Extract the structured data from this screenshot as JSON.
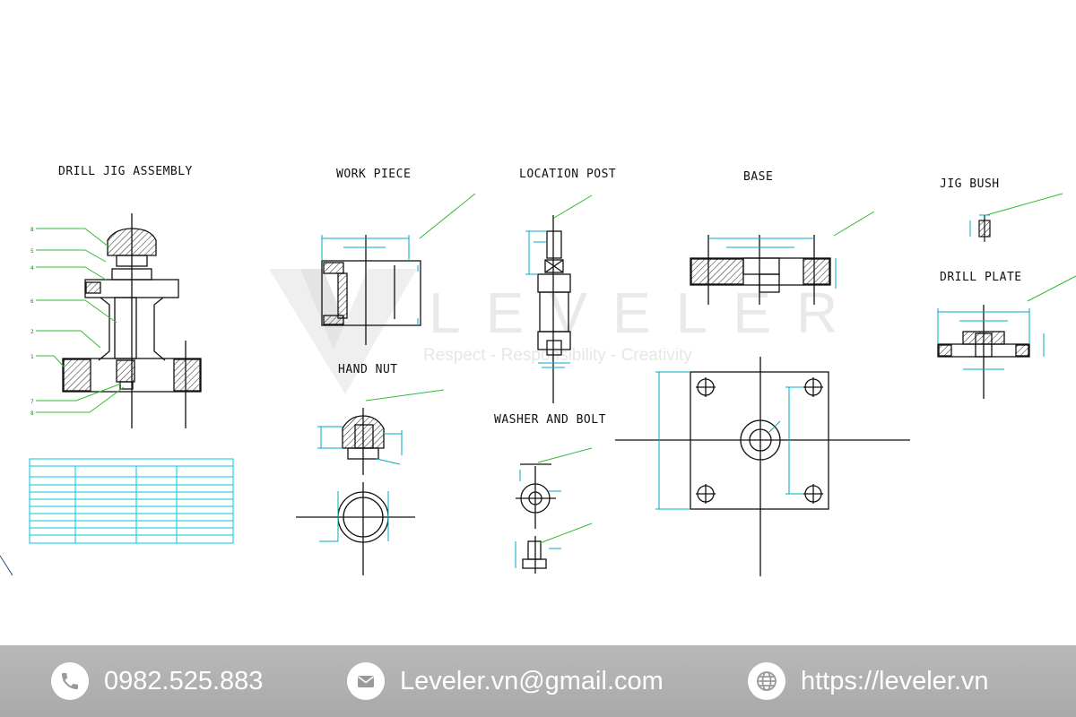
{
  "titles": {
    "assembly": "DRILL JIG ASSEMBLY",
    "work_piece": "WORK PIECE",
    "location_post": "LOCATION POST",
    "base": "BASE",
    "jig_bush": "JIG BUSH",
    "drill_plate": "DRILL PLATE",
    "hand_nut": "HAND NUT",
    "washer_bolt": "WASHER AND BOLT"
  },
  "watermark": {
    "brand": "LEVELER",
    "tagline": "Respect - Responsibility - Creativity"
  },
  "footer": {
    "phone": "0982.525.883",
    "email": "Leveler.vn@gmail.com",
    "website": "https://leveler.vn",
    "phone_icon": "phone-icon",
    "email_icon": "envelope-icon",
    "web_icon": "globe-icon"
  },
  "colors": {
    "line": "#111111",
    "dimension": "#00a8c8",
    "leader": "#33bb33",
    "table": "#00c8e0",
    "footer_bg": "#b0b0b0",
    "footer_text": "#ffffff"
  }
}
